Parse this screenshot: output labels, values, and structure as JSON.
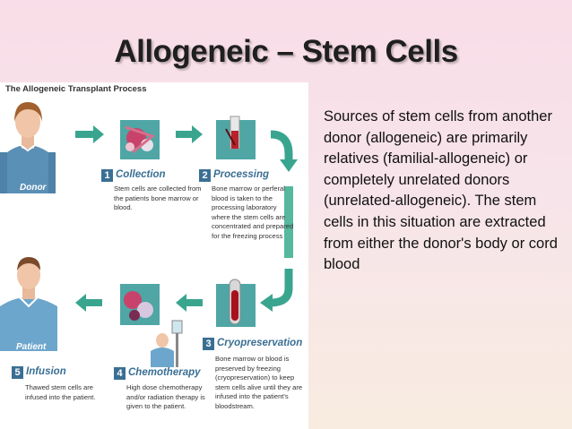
{
  "slide": {
    "title": "Allogeneic – Stem Cells",
    "body": "Sources of stem cells from another donor (allogeneic) are primarily relatives (familial-allogeneic) or completely unrelated donors (unrelated-allogeneic). The stem cells in this situation are extracted from either the donor's body or cord blood"
  },
  "figure": {
    "title": "The Allogeneic Transplant Process",
    "donor_label": "Donor",
    "patient_label": "Patient",
    "steps": [
      {
        "num": "1",
        "title": "Collection",
        "desc": "Stem cells are collected from the patients bone marrow or blood."
      },
      {
        "num": "2",
        "title": "Processing",
        "desc": "Bone marrow or perferal blood is taken to the processing laboratory where the stem cells are concentrated and prepared for the freezing process"
      },
      {
        "num": "3",
        "title": "Cryopreservation",
        "desc": "Bone marrow or blood is preserved by freezing (cryopreservation) to keep stem cells alive until they are infused into the patient's bloodstream."
      },
      {
        "num": "4",
        "title": "Chemotherapy",
        "desc": "High dose chemotherapy and/or radiation therapy is given to the patient."
      },
      {
        "num": "5",
        "title": "Infusion",
        "desc": "Thawed stem cells are infused into the patient."
      }
    ]
  },
  "colors": {
    "accent": "#3a6f93",
    "arrow": "#3aa58f",
    "tile": "#4fa6a5"
  }
}
